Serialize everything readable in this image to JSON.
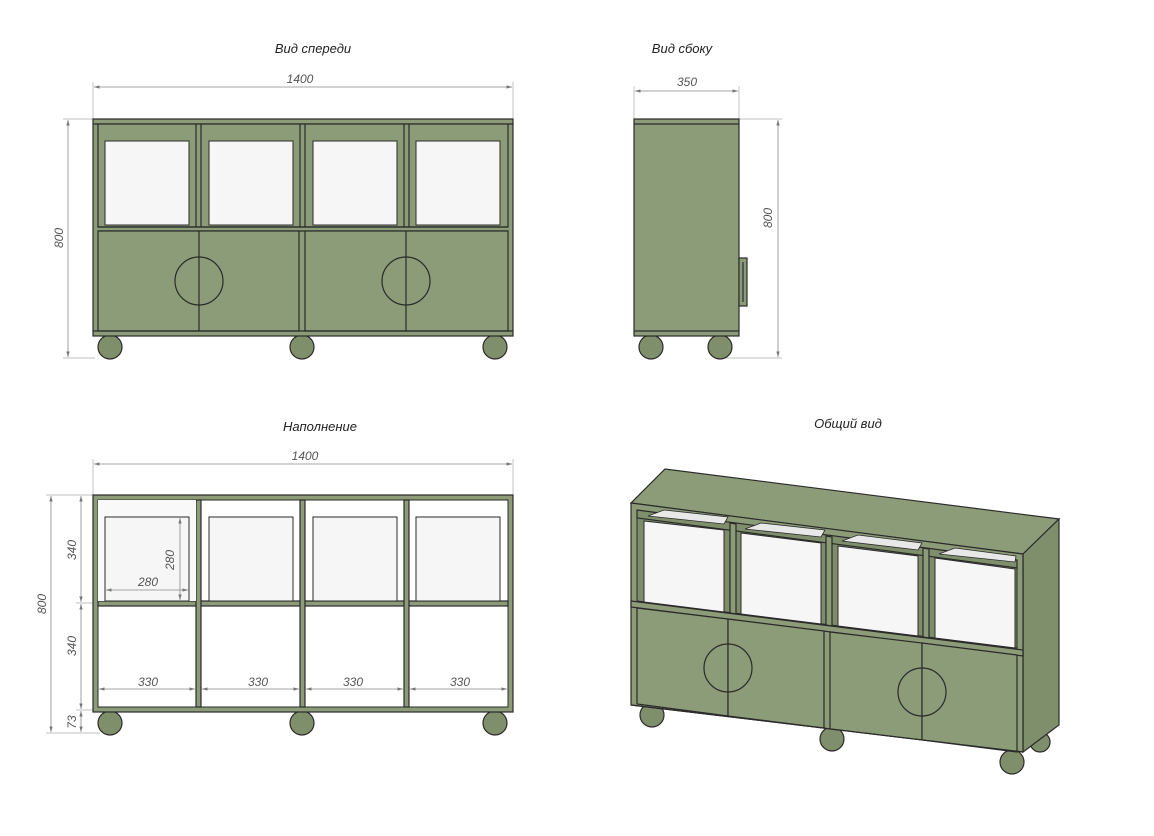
{
  "titles": {
    "front": "Вид спереди",
    "side": "Вид сбоку",
    "filling": "Наполнение",
    "general": "Общий вид"
  },
  "dimensions": {
    "front_width": "1400",
    "front_height": "800",
    "side_depth": "350",
    "side_height": "800",
    "fill_width": "1400",
    "fill_height": "800",
    "fill_upper": "340",
    "fill_lower": "340",
    "fill_plinth": "73",
    "box_width": "280",
    "box_height": "280",
    "cell_widths": [
      "330",
      "330",
      "330",
      "330"
    ]
  },
  "colors": {
    "body": "#8c9c78",
    "box": "#f6f6f6",
    "outline": "#2a2a2a"
  }
}
